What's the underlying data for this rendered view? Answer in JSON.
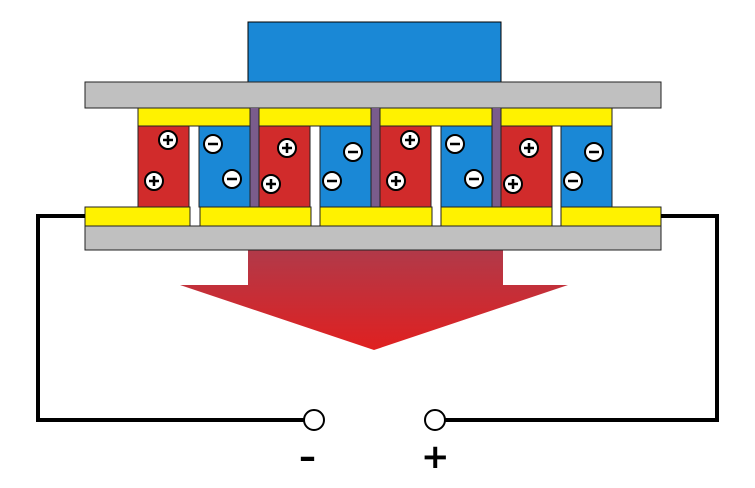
{
  "colors": {
    "heat_source": "#1a88d6",
    "ceramic_plate": "#c0c0c0",
    "conductor": "#fff200",
    "p_type": "#d12b2b",
    "n_type": "#1a88d6",
    "semiconductor_gap": "#7a5c8c",
    "wire": "#000000",
    "arrow_top": "#b03a4a",
    "arrow_bottom": "#e02020"
  },
  "legs": [
    "p",
    "n",
    "p",
    "n",
    "p",
    "n",
    "p",
    "n"
  ],
  "p_symbol": "+",
  "n_symbol": "−",
  "terminals": {
    "negative_label": "–",
    "positive_label": "+"
  }
}
